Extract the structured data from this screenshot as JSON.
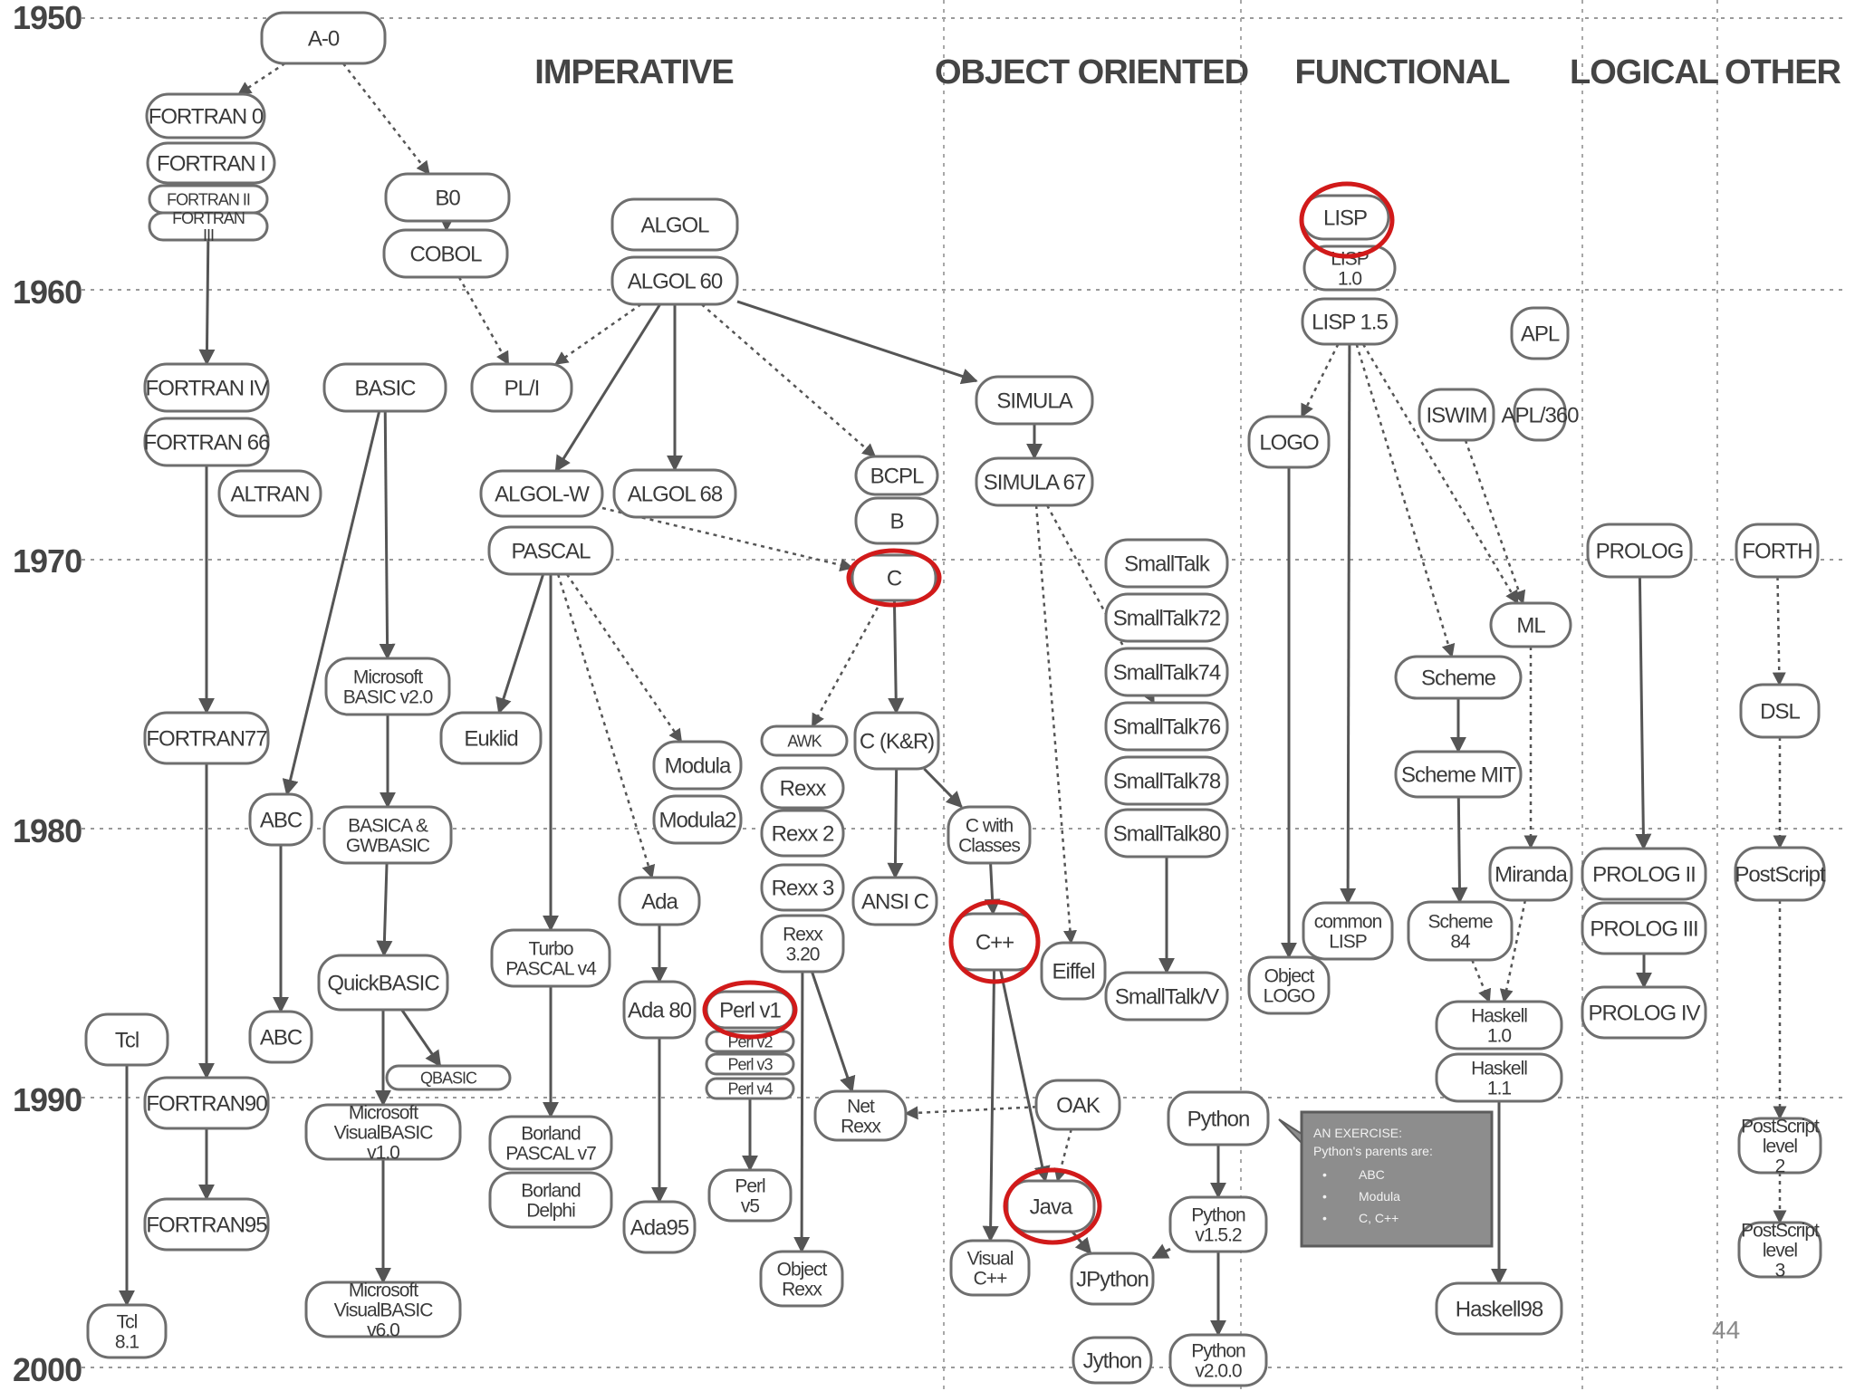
{
  "colors": {
    "line": "#555555",
    "node_border": "#6e6e6e",
    "highlight": "#d11a1a",
    "note_fill": "#8d8d8d"
  },
  "years": [
    "1950",
    "1960",
    "1970",
    "1980",
    "1990",
    "2000"
  ],
  "categories": [
    "IMPERATIVE",
    "OBJECT ORIENTED",
    "FUNCTIONAL",
    "LOGICAL",
    "OTHER"
  ],
  "page_number": "44",
  "note": {
    "lines": [
      "AN EXERCISE:",
      "Python's parents are:"
    ],
    "bullets": [
      "ABC",
      "Modula",
      "C, C++"
    ]
  },
  "nodes": {
    "a0": "A-0",
    "fortran0": "FORTRAN 0",
    "fortran1": "FORTRAN I",
    "fortran2": "FORTRAN II",
    "fortran3": "FORTRAN III",
    "b0": "B0",
    "cobol": "COBOL",
    "algol": "ALGOL",
    "algol60": "ALGOL 60",
    "lisp": "LISP",
    "lisp10": "LISP 1.0",
    "lisp15": "LISP 1.5",
    "fortran4": "FORTRAN IV",
    "fortran66": "FORTRAN 66",
    "altran": "ALTRAN",
    "basic": "BASIC",
    "pli": "PL/I",
    "simula": "SIMULA",
    "simula67": "SIMULA 67",
    "algolw": "ALGOL-W",
    "algol68": "ALGOL 68",
    "pascal": "PASCAL",
    "bcpl": "BCPL",
    "b": "B",
    "c": "C",
    "apl": "APL",
    "apl360": "APL/360",
    "iswim": "ISWIM",
    "logo": "LOGO",
    "prolog": "PROLOG",
    "forth": "FORTH",
    "ml": "ML",
    "smalltalk": "SmallTalk",
    "smalltalk72": "SmallTalk72",
    "smalltalk74": "SmallTalk74",
    "smalltalk76": "SmallTalk76",
    "smalltalk78": "SmallTalk78",
    "smalltalk80": "SmallTalk80",
    "smalltalkv": "SmallTalk/V",
    "msbasic20": "Microsoft BASIC v2.0",
    "euklid": "Euklid",
    "modula": "Modula",
    "modula2": "Modula2",
    "awk": "AWK",
    "ckr": "C (K&R)",
    "rexx": "Rexx",
    "rexx2": "Rexx 2",
    "rexx3": "Rexx 3",
    "rexx320": "Rexx 3.20",
    "fortran77": "FORTRAN77",
    "scheme": "Scheme",
    "schememit": "Scheme MIT",
    "scheme84": "Scheme 84",
    "dsl": "DSL",
    "abc1": "ABC",
    "abc2": "ABC",
    "basica": "BASICA & GWBASIC",
    "ada": "Ada",
    "ada80": "Ada 80",
    "ada95": "Ada95",
    "cwithclasses": "C with Classes",
    "ansic": "ANSI C",
    "cpp": "C++",
    "eiffel": "Eiffel",
    "miranda": "Miranda",
    "prolog2": "PROLOG II",
    "prolog3": "PROLOG III",
    "prolog4": "PROLOG IV",
    "postscript": "PostScript",
    "turbopascal4": "Turbo PASCAL v4",
    "quickbasic": "QuickBASIC",
    "commonlisp": "common LISP",
    "objectlogo": "Object LOGO",
    "perl1": "Perl v1",
    "perl2": "Perl v2",
    "perl3": "Perl v3",
    "perl4": "Perl v4",
    "perl5": "Perl v5",
    "tcl": "Tcl",
    "tcl81": "Tcl 8.1",
    "qbasic": "QBASIC",
    "haskell10": "Haskell 1.0",
    "haskell11": "Haskell 1.1",
    "haskell98": "Haskell98",
    "fortran90": "FORTRAN90",
    "fortran95": "FORTRAN95",
    "vb10": "Microsoft VisualBASIC v1.0",
    "vb60": "Microsoft VisualBASIC v6.0",
    "borlandpascal7": "Borland PASCAL v7",
    "borlanddelphi": "Borland Delphi",
    "netrexx": "Net Rexx",
    "oak": "OAK",
    "python": "Python",
    "java": "Java",
    "postscript2": "PostScript level 2",
    "postscript3": "PostScript level 3",
    "python152": "Python v1.5.2",
    "visualcpp": "Visual C++",
    "objectrexx": "Object Rexx",
    "jpython": "JPython",
    "jython": "Jython",
    "python200": "Python v2.0.0"
  }
}
